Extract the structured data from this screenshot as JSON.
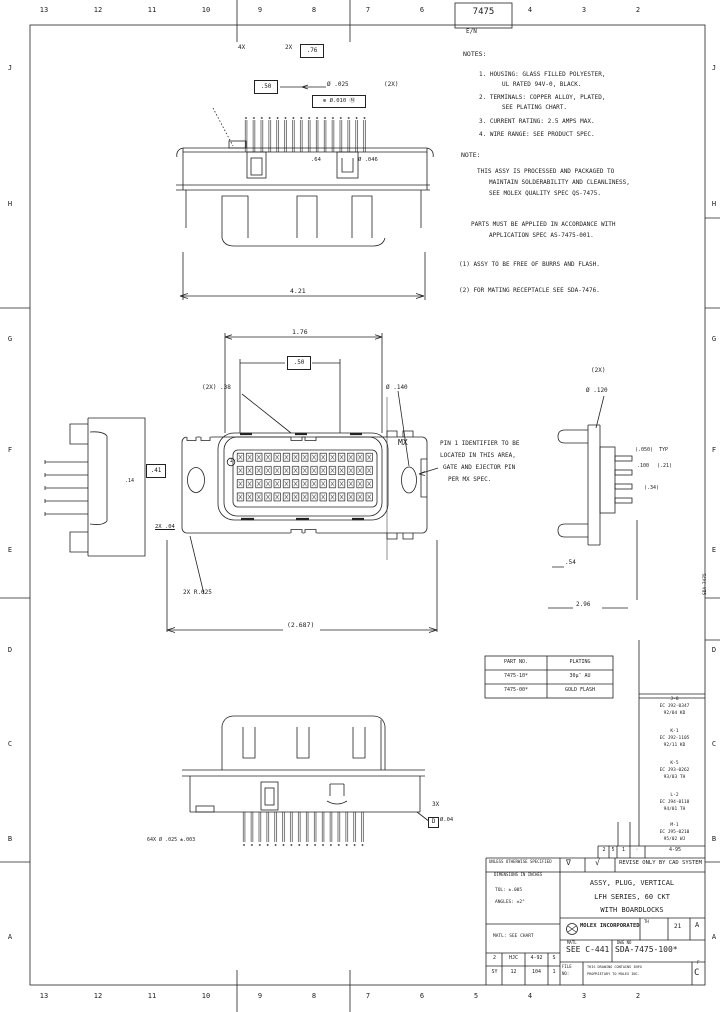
{
  "sheet": {
    "zones_top": [
      "13",
      "12",
      "11",
      "10",
      "9",
      "8",
      "7",
      "6",
      "",
      "4",
      "3",
      "2"
    ],
    "zone_box": "7475",
    "zones_bottom": [
      "13",
      "12",
      "11",
      "10",
      "9",
      "8",
      "7",
      "6",
      "5",
      "4",
      "3",
      "2"
    ],
    "rows": [
      "J",
      "H",
      "G",
      "F",
      "E",
      "D",
      "C",
      "B",
      "A"
    ],
    "margin_doc": "SDA-7475"
  },
  "notes": {
    "en": "E/N",
    "heading1": "NOTES:",
    "n1a": "1. HOUSING: GLASS FILLED POLYESTER,",
    "n1b": "UL RATED 94V-0, BLACK.",
    "n2a": "2. TERMINALS: COPPER ALLOY, PLATED,",
    "n2b": "SEE PLATING CHART.",
    "n3": "3. CURRENT RATING: 2.5 AMPS MAX.",
    "n4": "4. WIRE RANGE: SEE PRODUCT SPEC.",
    "heading2": "NOTE:",
    "p1a": "THIS ASSY IS PROCESSED AND PACKAGED TO",
    "p1b": "MAINTAIN SOLDERABILITY AND CLEANLINESS,",
    "p1c": "SEE MOLEX QUALITY SPEC QS-7475.",
    "p2a": "PARTS MUST BE APPLIED IN ACCORDANCE WITH",
    "p2b": "APPLICATION SPEC AS-7475-001.",
    "s1": "(1) ASSY TO BE FREE OF BURRS AND FLASH.",
    "s2": "(2) FOR MATING RECEPTACLE SEE SDA-7476."
  },
  "top_view": {
    "d4x": "4X",
    "d2x": "2X",
    "box_a": ".76",
    "box_b": ".50",
    "dia1": "Ø .025",
    "dia1b": "(2X)",
    "fcf": "⊕ Ø.010 Ⓜ",
    "mid1": ".64",
    "mid2": "Ø .046",
    "span": "4.21"
  },
  "front_view": {
    "pin1": "1",
    "mx": "MX",
    "dim_width": "1.76",
    "dim_box": ".50",
    "dim_2x38": "(2X) .38",
    "dim_d140": "Ø .140",
    "left_box": ".41",
    "left_small": ".14",
    "note_l1": "PIN 1 IDENTIFIER TO BE",
    "note_l2": "LOCATED IN THIS AREA,",
    "note_l3": "GATE AND EJECTOR PIN",
    "note_l4": "PER MX SPEC.",
    "dim_2xr": "2X R.025",
    "dim_span": "(2.687)",
    "under_54": ".54",
    "under_296": "2.96",
    "lp_2x04": "2X .04"
  },
  "right_view": {
    "d2x": "(2X)",
    "d120": "Ø .120",
    "r1a": "(.050)",
    "r1b": "TYP",
    "r2a": ".100",
    "r2b": "(.21)",
    "r3": "(.34)"
  },
  "bottom_view": {
    "l3x": "3X",
    "datum": "D",
    "datum_val": "Ø.04",
    "tails": "64X Ø .025 ±.003"
  },
  "chart": {
    "header": [
      "PART NO.",
      "PLATING"
    ],
    "rows": [
      [
        "7475-10*",
        "30µ″ AU"
      ],
      [
        "7475-00*",
        "GOLD FLASH"
      ]
    ]
  },
  "revisions": {
    "entries": [
      [
        "J-8",
        "EC J92-0347",
        "92/04 KD"
      ],
      [
        "K-1",
        "EC J92-1105",
        "92/11 KD"
      ],
      [
        "K-5",
        "EC J93-0262",
        "93/03 TH"
      ],
      [
        "L-2",
        "EC J94-0118",
        "94/01 TH"
      ],
      [
        "M-1",
        "EC J95-0210",
        "95/02 WJ"
      ]
    ],
    "footer": [
      "2",
      "5",
      "1",
      "·",
      "4-95"
    ],
    "cad": "REVISE ONLY BY CAD SYSTEM"
  },
  "title_block": {
    "uos1": "UNLESS OTHERWISE SPECIFIED",
    "uos2": "DIMENSIONS IN INCHES",
    "sym1": "∇",
    "sym2": "√",
    "tol1": "TOL: ±.005",
    "tol2": "ANGLES: ±2°",
    "material": "MATL: SEE CHART",
    "row1": [
      "2",
      "HJC",
      "4-92",
      "S"
    ],
    "row2": [
      "SY",
      "12",
      "104",
      "1"
    ],
    "title1": "ASSY, PLUG, VERTICAL",
    "title2": "LFH SERIES, 60 CKT",
    "title3": "WITH BOARDLOCKS",
    "company": "MOLEX INCORPORATED",
    "th": "TH",
    "v21": "21",
    "rev_letter": "A",
    "matl_label": "MATL",
    "doc_label": "DWG NO",
    "see": "SEE C-441",
    "doc_no": "SDA-7475-100*",
    "file_label": "FILE",
    "file_no": "NO:",
    "fp1": "THIS DRAWING CONTAINS INFO",
    "fp2": "PROPRIETARY TO MOLEX INC.",
    "size_f": "F",
    "size": "C"
  }
}
